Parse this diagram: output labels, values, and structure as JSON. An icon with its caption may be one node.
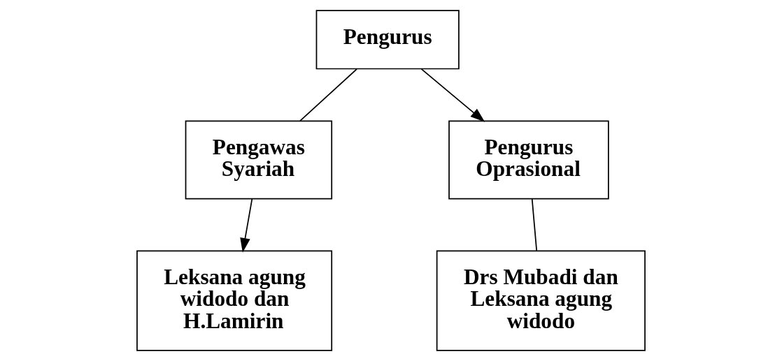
{
  "diagram": {
    "nodes": [
      {
        "text": [
          "Pengurus"
        ]
      },
      {
        "text": [
          "Pengawas Syariah"
        ]
      },
      {
        "text": [
          "Leksana agung widodo dan H.Lamirin"
        ]
      },
      {
        "text": [
          "Pengurus Oprasional"
        ]
      },
      {
        "text": [
          "Drs Mubadi dan Leksana agung widodo"
        ]
      }
    ],
    "edges": [
      {
        "from": 0,
        "to": 1,
        "arrow": "none"
      },
      {
        "from": 0,
        "to": 3,
        "arrow": "to"
      },
      {
        "from": 1,
        "to": 2,
        "arrow": "to"
      },
      {
        "from": 3,
        "to": 4,
        "arrow": "none"
      }
    ]
  }
}
